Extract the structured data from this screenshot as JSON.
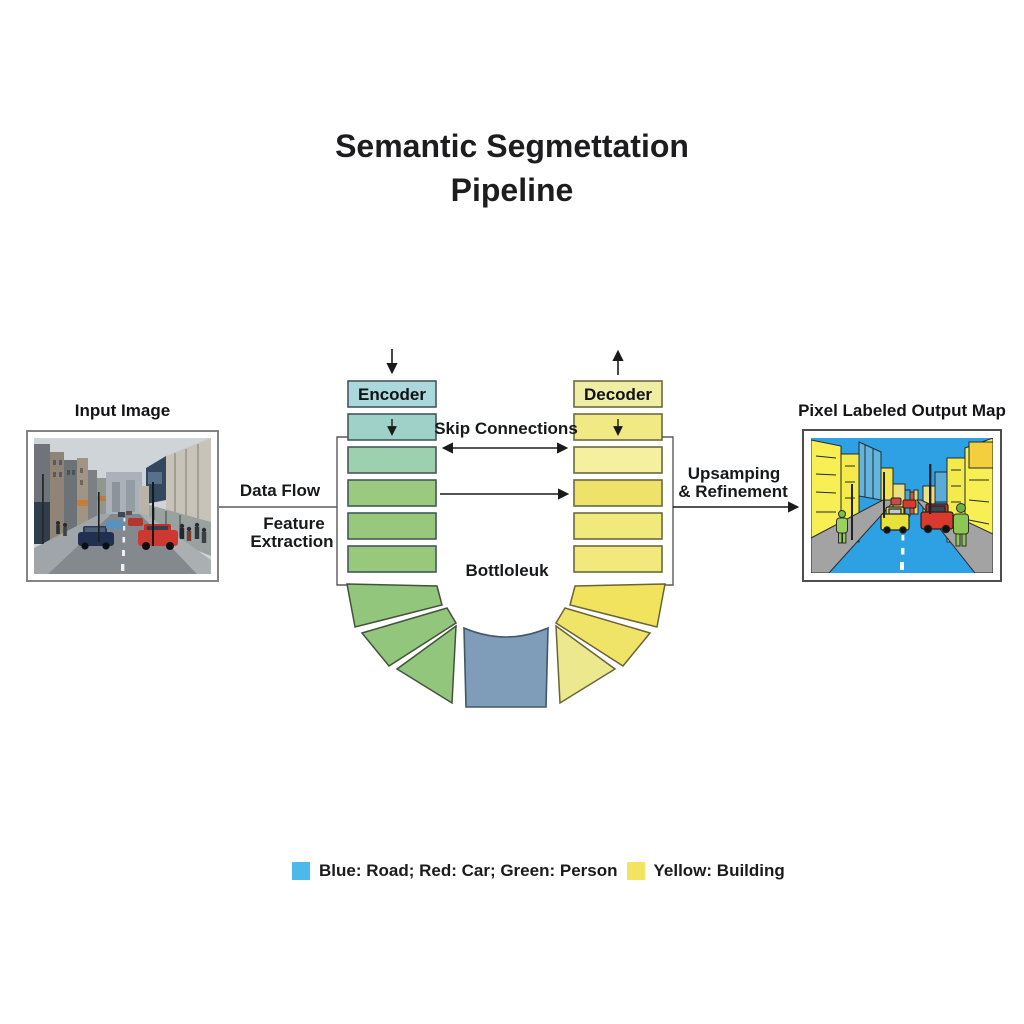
{
  "title": {
    "line1": "Semantic Segmettation",
    "line2": "Pipeline"
  },
  "figures": {
    "input": {
      "label": "Input Image"
    },
    "output": {
      "label": "Pixel Labeled Output Map"
    }
  },
  "pipeline": {
    "encoder_label": "Encoder",
    "decoder_label": "Decoder",
    "skip_connections_label": "Skip Connections",
    "data_flow_label": "Data Flow",
    "feature_extraction_line1": "Feature",
    "feature_extraction_line2": "Extraction",
    "bottleneck_label": "Bottloleuk",
    "upsampling_line1": "Upsamping",
    "upsampling_line2": "& Refinement",
    "encoder_column_blocks": 6,
    "decoder_column_blocks": 6,
    "fan_segments_per_side": 3,
    "bottleneck_blocks": 1
  },
  "legend": {
    "items": [
      {
        "swatch_color": "#4cb9ea",
        "label": "Blue: Road; Red: Car; Green: Person"
      },
      {
        "swatch_color": "#f2e360",
        "label": "Yellow: Building"
      }
    ]
  },
  "colors": {
    "encoder_header_teal": "#aad8dc",
    "encoder_teal": "#9ed2c8",
    "encoder_green": "#98c87b",
    "decoder_header_yellow": "#f0eda4",
    "decoder_yellow": "#f1e97c",
    "bottleneck_blue": "#7f9db8",
    "legend_blue": "#4cb9ea",
    "legend_yellow": "#f2e360",
    "output_road_blue": "#2ea1e4",
    "output_building_yellow": "#f8ef55",
    "output_car_red": "#da392d",
    "output_person_green": "#8cc653"
  }
}
